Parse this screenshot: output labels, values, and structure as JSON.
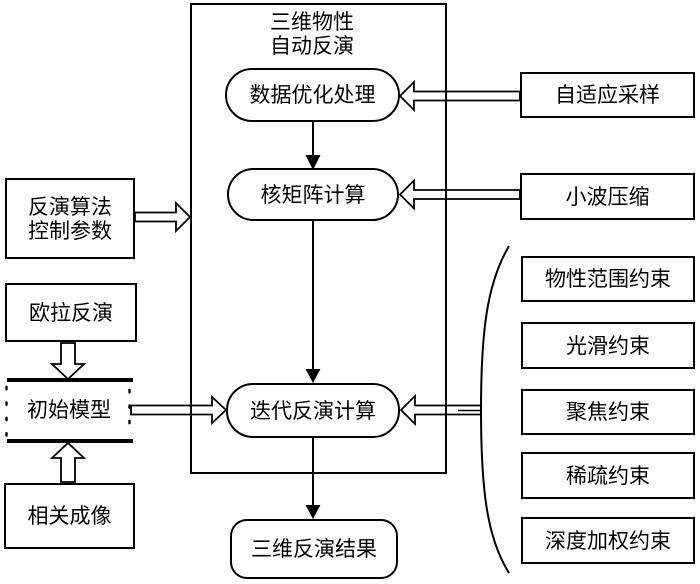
{
  "diagram": {
    "frame_title": {
      "line1": "三维物性",
      "line2": "自动反演"
    },
    "steps": {
      "data_optimization": "数据优化处理",
      "kernel_matrix": "核矩阵计算",
      "iterative_inversion": "迭代反演计算"
    },
    "result": "三维反演结果",
    "left": {
      "control_params": {
        "line1": "反演算法",
        "line2": "控制参数"
      },
      "euler_inversion": "欧拉反演",
      "initial_model": "初始模型",
      "correlation_imaging": "相关成像"
    },
    "right": {
      "adaptive_sampling": "自适应采样",
      "wavelet_compression": "小波压缩",
      "constraints": [
        "物性范围约束",
        "光滑约束",
        "聚焦约束",
        "稀疏约束",
        "深度加权约束"
      ]
    },
    "colors": {
      "line": "#000000",
      "background": "#ffffff"
    }
  }
}
